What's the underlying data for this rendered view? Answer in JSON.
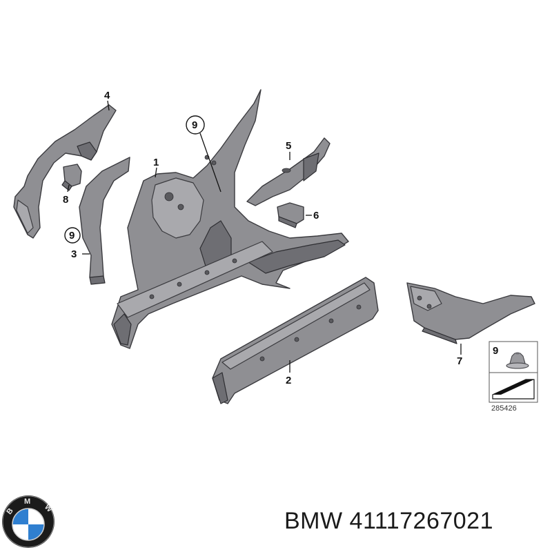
{
  "callouts": {
    "c1": "1",
    "c2": "2",
    "c3": "3",
    "c4": "4",
    "c5": "5",
    "c6": "6",
    "c7": "7",
    "c8": "8",
    "c9a": "9",
    "c9b": "9"
  },
  "legend": {
    "number": "9",
    "reference": "285426"
  },
  "caption": {
    "text": "BMW 41117267021"
  },
  "logo": {
    "text": "BMW"
  },
  "colors": {
    "part_fill": "#8f8f93",
    "outline": "#3a3a3e",
    "logo_blue": "#2f7fd0"
  }
}
